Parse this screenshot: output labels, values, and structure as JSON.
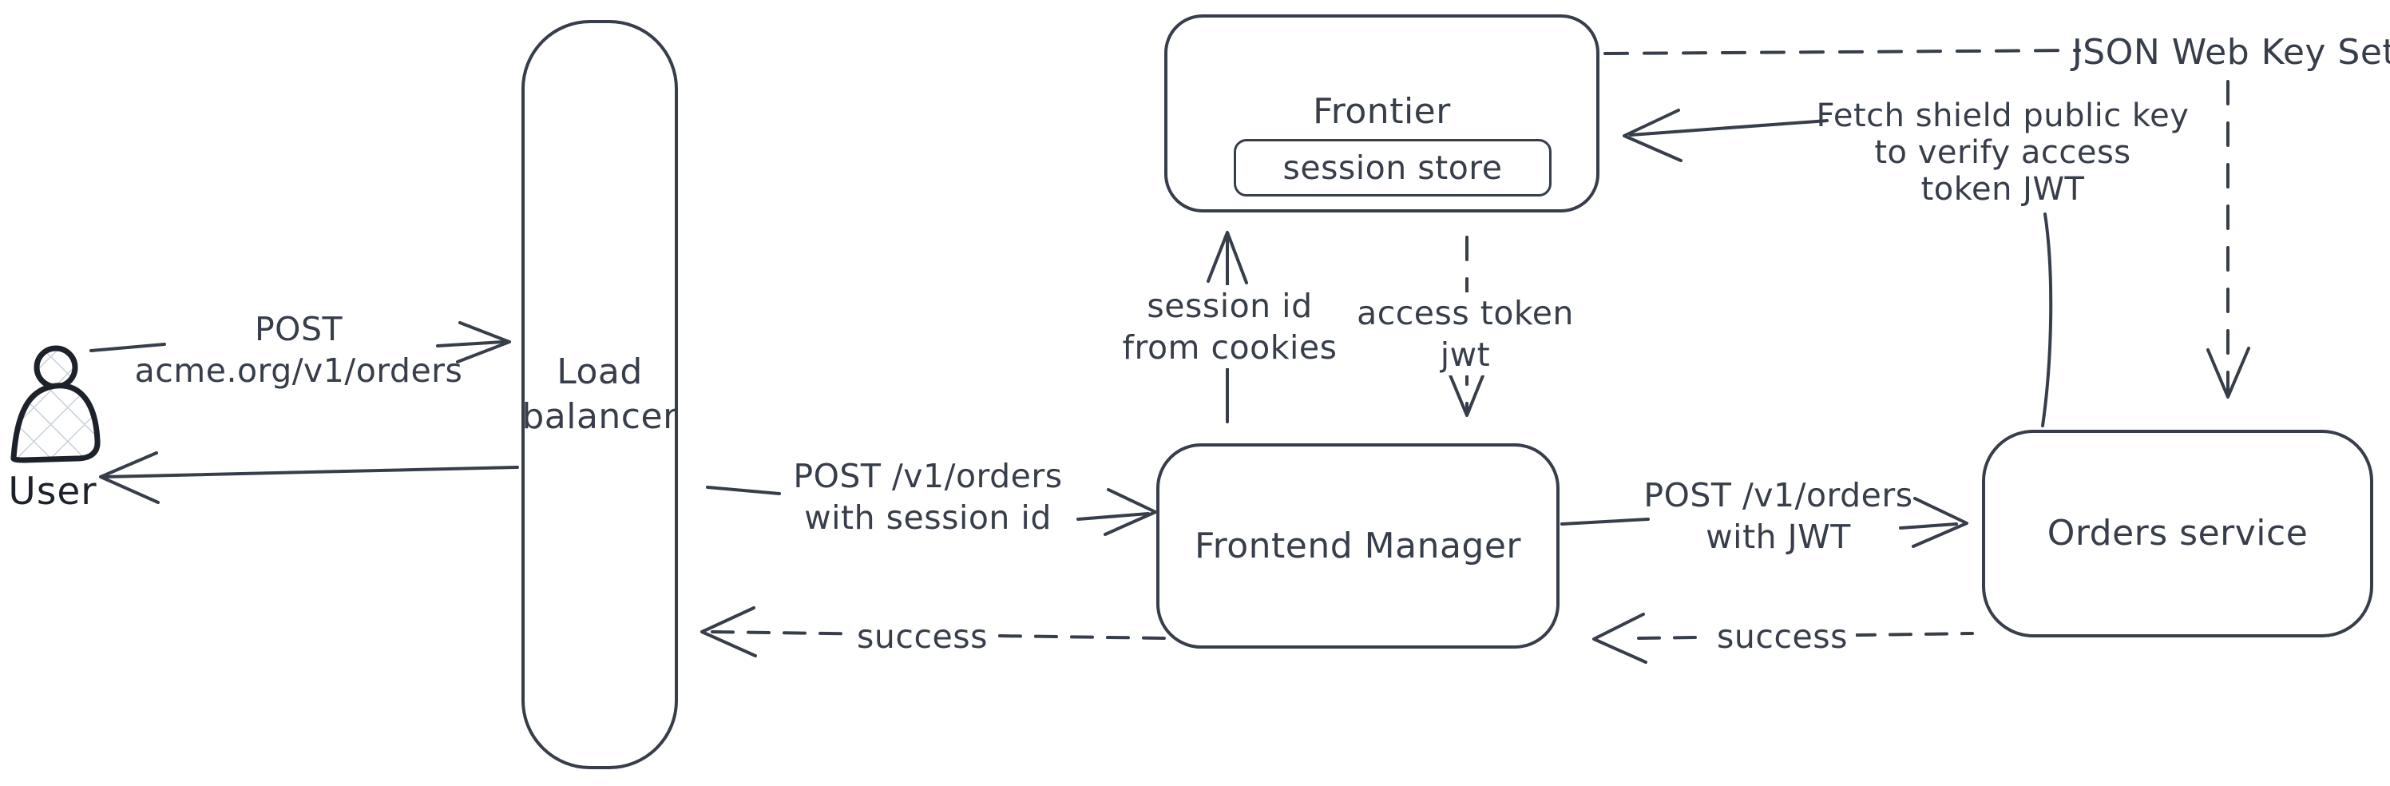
{
  "diagram": {
    "colors": {
      "ink": "#373e4a",
      "icon_stroke": "#1d222a",
      "hatch": "#c8d1db",
      "background": "#ffffff"
    },
    "nodes": {
      "user": {
        "label": "User"
      },
      "load_balancer": {
        "line1": "Load",
        "line2": "balancer"
      },
      "frontier": {
        "label": "Frontier",
        "session_store": {
          "label": "session store"
        }
      },
      "frontend_manager": {
        "line1": "Frontend",
        "line2": "Manager"
      },
      "orders_service": {
        "label": "Orders service"
      },
      "jwks": {
        "label": "JSON Web Key Set"
      }
    },
    "edges": {
      "user_to_lb": {
        "line1": "POST",
        "line2": "acme.org/v1/orders"
      },
      "lb_to_fm": {
        "line1": "POST /v1/orders",
        "line2": "with session id"
      },
      "fm_to_lb": {
        "label": "success"
      },
      "fm_to_frontier": {
        "line1": "session id",
        "line2": "from cookies"
      },
      "frontier_to_fm": {
        "line1": "access token",
        "line2": "jwt"
      },
      "fm_to_orders": {
        "line1": "POST /v1/orders",
        "line2": "with JWT"
      },
      "orders_to_fm": {
        "label": "success"
      },
      "orders_to_frontier": {
        "line1": "Fetch shield public key",
        "line2": "to verify access",
        "line3": "token JWT"
      }
    }
  }
}
